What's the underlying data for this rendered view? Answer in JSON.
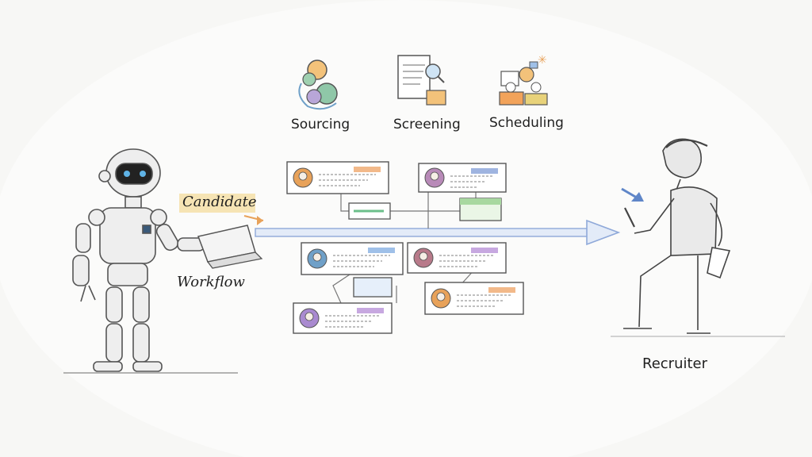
{
  "stages": [
    {
      "label": "Sourcing",
      "icon": "sourcing-icon"
    },
    {
      "label": "Screening",
      "icon": "screening-icon"
    },
    {
      "label": "Scheduling",
      "icon": "scheduling-icon"
    }
  ],
  "annotations": {
    "candidate": "Candidate",
    "workflow": "Workflow"
  },
  "actors": {
    "robot": "robot-figure",
    "recruiter_label": "Recruiter"
  },
  "candidate_cards": [
    {
      "avatar_color": "#e8a25a",
      "tag_color": "#f2b98a"
    },
    {
      "avatar_color": "#b88ab8",
      "tag_color": "#9fb4e0"
    },
    {
      "avatar_color": "#6fa0c8",
      "tag_color": "#9fc0e8"
    },
    {
      "avatar_color": "#b87a8a",
      "tag_color": "#c7a8e0"
    },
    {
      "avatar_color": "#e8a25a",
      "tag_color": "#f2b98a"
    },
    {
      "avatar_color": "#a98ad0",
      "tag_color": "#c7a8e0"
    }
  ],
  "colors": {
    "ink": "#555555",
    "arrow_blue": "#8fa9d9",
    "highlight_yellow": "#f3d27a",
    "green_box": "#a8d8a0"
  }
}
